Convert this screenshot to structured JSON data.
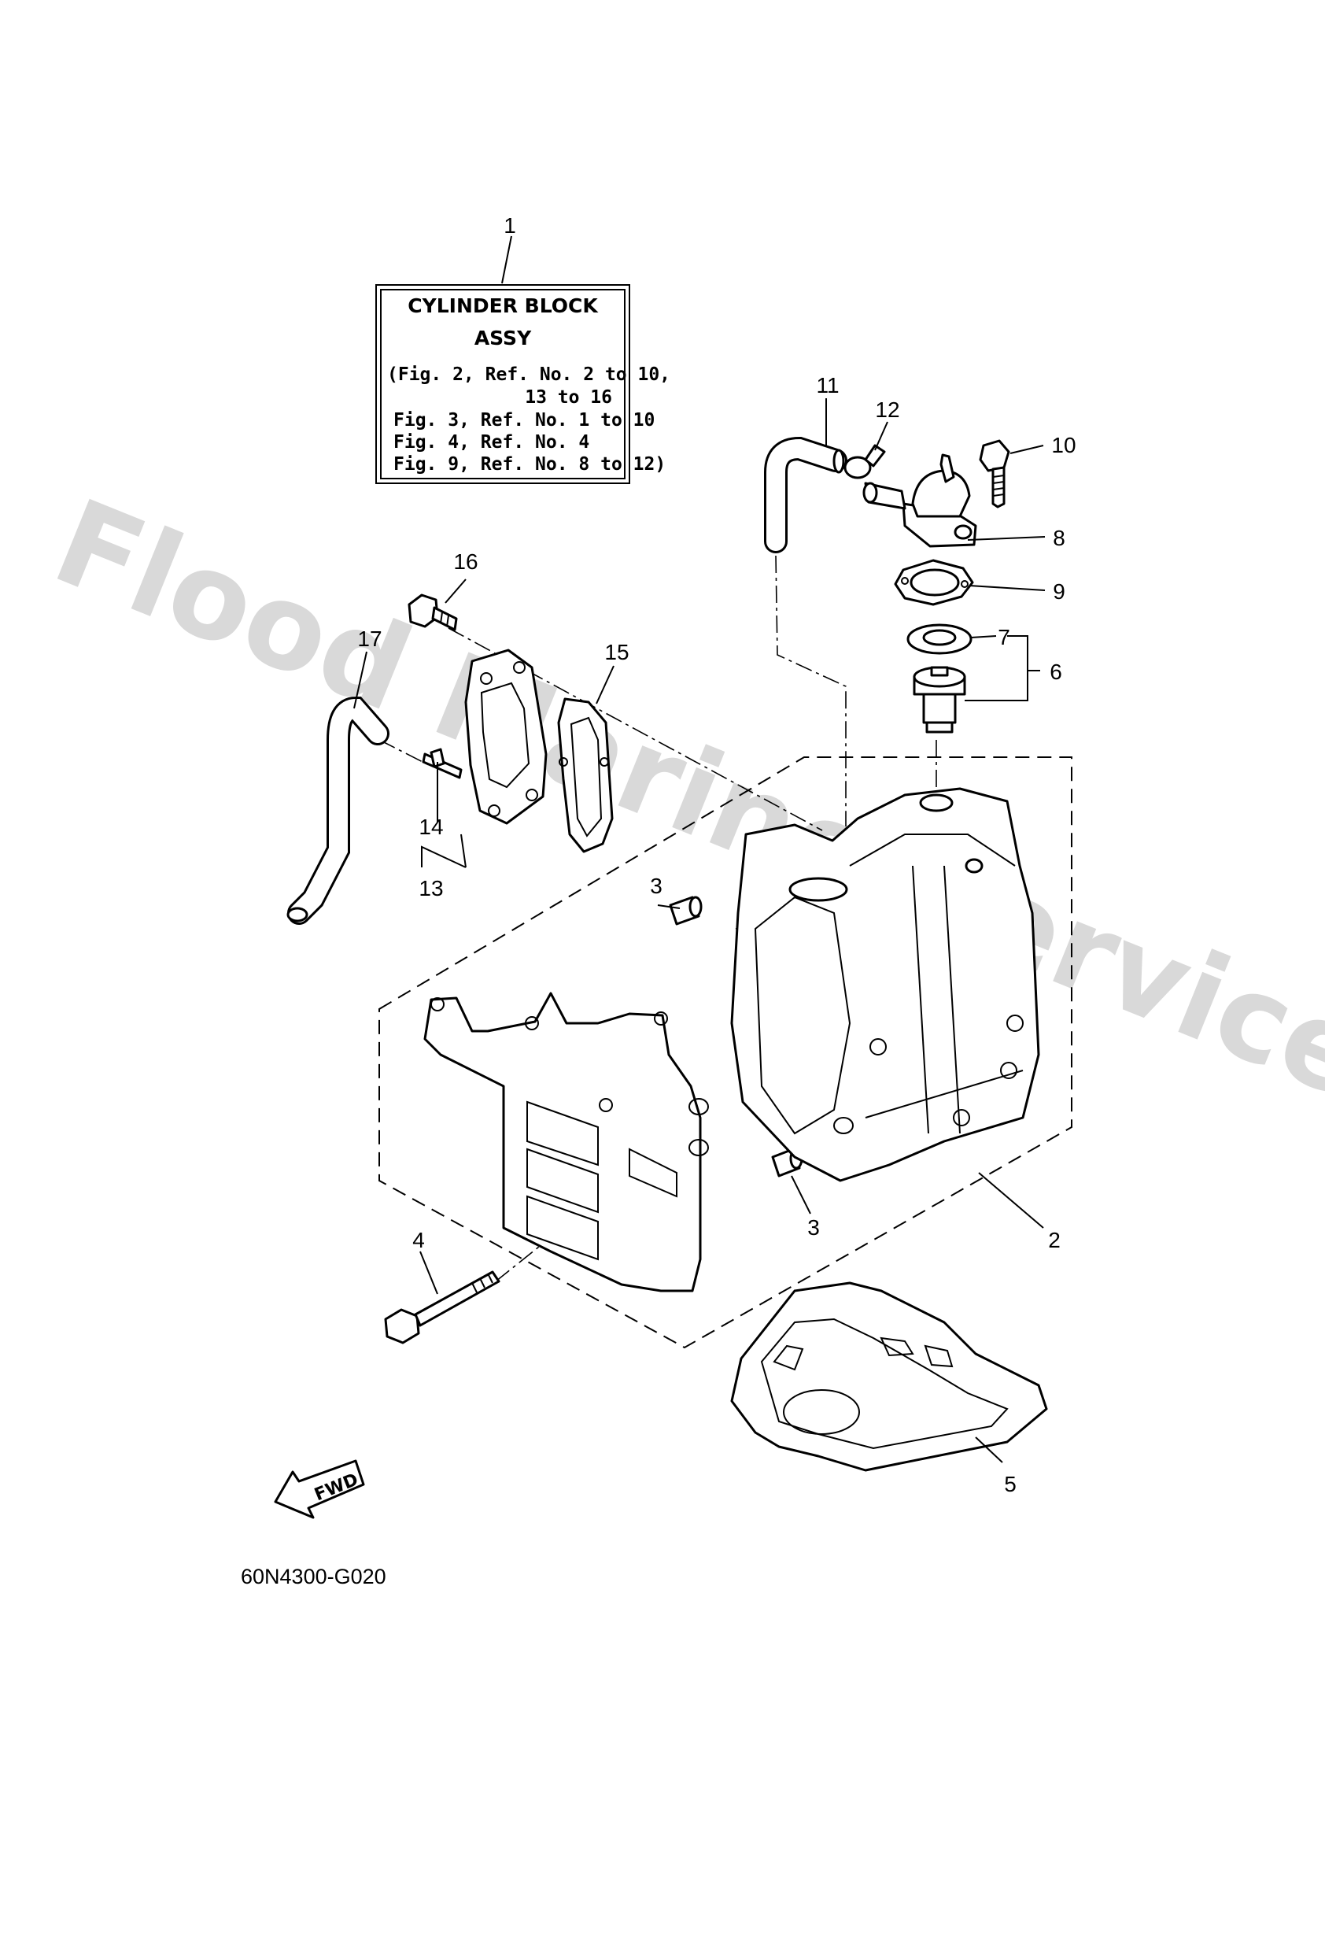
{
  "watermark": "Flood Marine Services",
  "note_box": {
    "callout": "1",
    "title_line1": "CYLINDER BLOCK",
    "title_line2": "ASSY",
    "lines": [
      "(Fig. 2, Ref. No. 2 to 10,",
      "13 to 16",
      "Fig. 3, Ref. No. 1 to 10",
      "Fig. 4, Ref. No. 4",
      "Fig. 9, Ref. No. 8 to 12)"
    ]
  },
  "callouts": {
    "c2": "2",
    "c3a": "3",
    "c3b": "3",
    "c4": "4",
    "c5": "5",
    "c6": "6",
    "c7": "7",
    "c8": "8",
    "c9": "9",
    "c10": "10",
    "c11": "11",
    "c12": "12",
    "c13": "13",
    "c14": "14",
    "c15": "15",
    "c16": "16",
    "c17": "17"
  },
  "fwd_label": "FWD",
  "diagram_code": "60N4300-G020"
}
